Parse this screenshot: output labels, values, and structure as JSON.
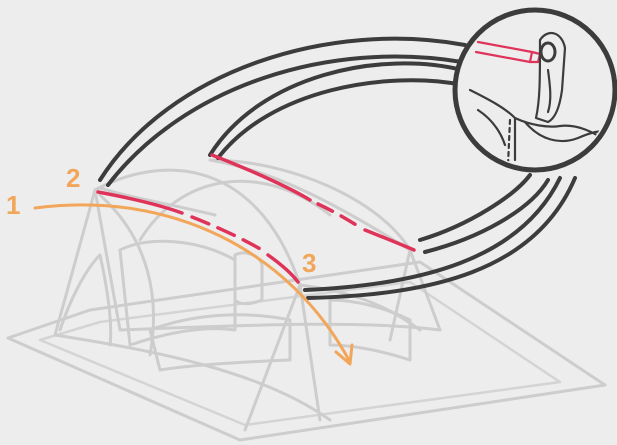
{
  "steps": [
    {
      "number": "1"
    },
    {
      "number": "2"
    },
    {
      "number": "3"
    }
  ],
  "colors": {
    "background": "#ededed",
    "tent_frame": "#c8c8c8",
    "accent_orange": "#f2a65a",
    "pole_red": "#e0335a",
    "callout_outline": "#3c3c3c"
  },
  "icons": {
    "detail": "pole-clip-detail-icon",
    "arrow": "direction-arrow-icon"
  }
}
